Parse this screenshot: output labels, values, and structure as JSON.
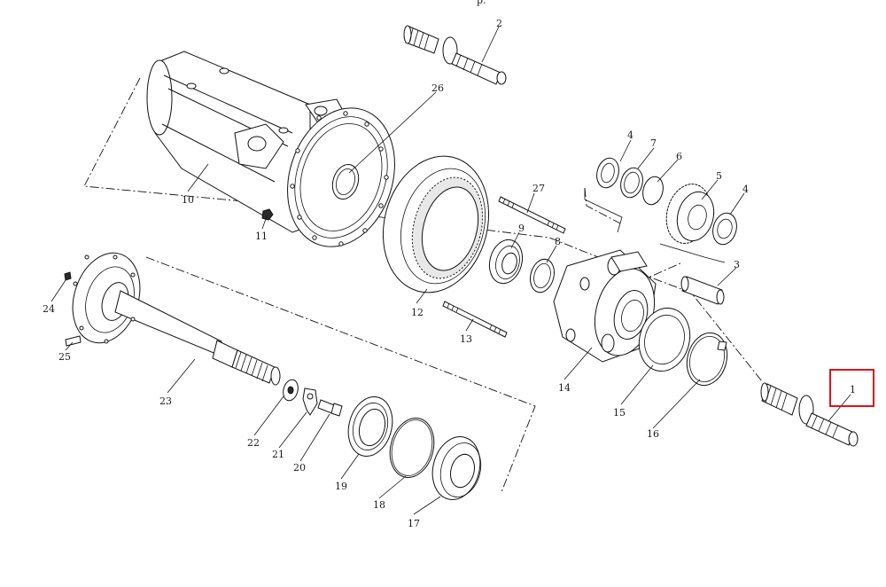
{
  "diagram": {
    "top_text": "p.",
    "highlight_color": "#e0121a",
    "highlighted_part": "1",
    "parts": [
      {
        "id": "p1",
        "label": "1"
      },
      {
        "id": "p2",
        "label": "2"
      },
      {
        "id": "p3",
        "label": "3"
      },
      {
        "id": "p4a",
        "label": "4"
      },
      {
        "id": "p4b",
        "label": "4"
      },
      {
        "id": "p5",
        "label": "5"
      },
      {
        "id": "p6",
        "label": "6"
      },
      {
        "id": "p7",
        "label": "7"
      },
      {
        "id": "p8",
        "label": "8"
      },
      {
        "id": "p9",
        "label": "9"
      },
      {
        "id": "p10",
        "label": "10"
      },
      {
        "id": "p11",
        "label": "11"
      },
      {
        "id": "p12",
        "label": "12"
      },
      {
        "id": "p13",
        "label": "13"
      },
      {
        "id": "p14",
        "label": "14"
      },
      {
        "id": "p15",
        "label": "15"
      },
      {
        "id": "p16",
        "label": "16"
      },
      {
        "id": "p17",
        "label": "17"
      },
      {
        "id": "p18",
        "label": "18"
      },
      {
        "id": "p19",
        "label": "19"
      },
      {
        "id": "p20",
        "label": "20"
      },
      {
        "id": "p21",
        "label": "21"
      },
      {
        "id": "p22",
        "label": "22"
      },
      {
        "id": "p23",
        "label": "23"
      },
      {
        "id": "p24",
        "label": "24"
      },
      {
        "id": "p25",
        "label": "25"
      },
      {
        "id": "p26",
        "label": "26"
      },
      {
        "id": "p27",
        "label": "27"
      }
    ]
  }
}
